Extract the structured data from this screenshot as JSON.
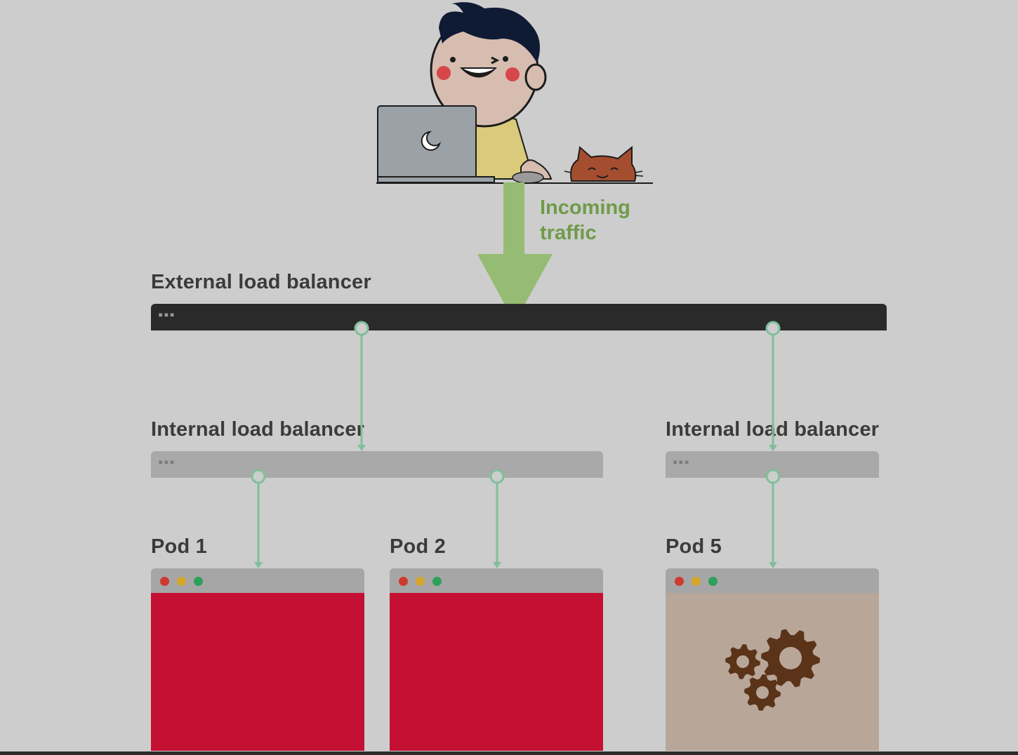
{
  "incoming": {
    "line1": "Incoming",
    "line2": "traffic"
  },
  "external_lb": {
    "label": "External load balancer",
    "dots": "▪▪▪"
  },
  "internal_lbs": [
    {
      "label": "Internal load balancer",
      "dots": "▪▪▪"
    },
    {
      "label": "Internal load balancer",
      "dots": "▪▪▪"
    }
  ],
  "pods": [
    {
      "label": "Pod 1",
      "content": "solid"
    },
    {
      "label": "Pod 2",
      "content": "solid"
    },
    {
      "label": "Pod 5",
      "content": "gears-icon"
    }
  ],
  "colors": {
    "background": "#cdcdcd",
    "external_bar": "#2a2a2a",
    "internal_bar": "#a9a9a9",
    "connector": "#7fbf9a",
    "traffic_arrow": "#95bc72",
    "incoming_text": "#6f9b49",
    "pod_red": "#c41133",
    "pod_tan": "#b8a699",
    "gear": "#5a3318",
    "light_red": "#cc3b2d",
    "light_yellow": "#d4a52a",
    "light_green": "#2da05a"
  }
}
